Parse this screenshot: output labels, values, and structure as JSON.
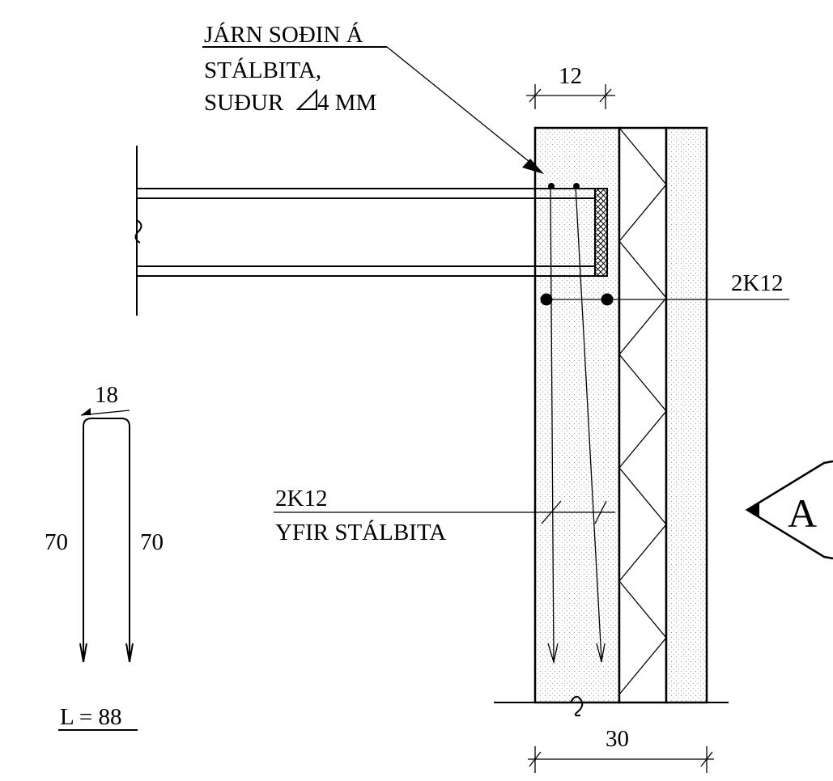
{
  "labels": {
    "weld_note_line1": "JÁRN SOÐIN Á",
    "weld_note_line2": "STÁLBITA,",
    "weld_note_line3": "SUÐUR",
    "weld_note_line3_suffix": "4 MM",
    "dim_top": "12",
    "rebar_right": "2K12",
    "dim_bend_top": "18",
    "dim_leg_left": "70",
    "dim_leg_right": "70",
    "length_label": "L = 88",
    "rebar_mid_line1": "2K12",
    "rebar_mid_line2": "YFIR STÁLBITA",
    "section_marker": "A",
    "dim_bottom": "30"
  },
  "icons": {
    "weld_symbol": "triangle-weld-icon",
    "section_marker": "section-marker-icon"
  }
}
